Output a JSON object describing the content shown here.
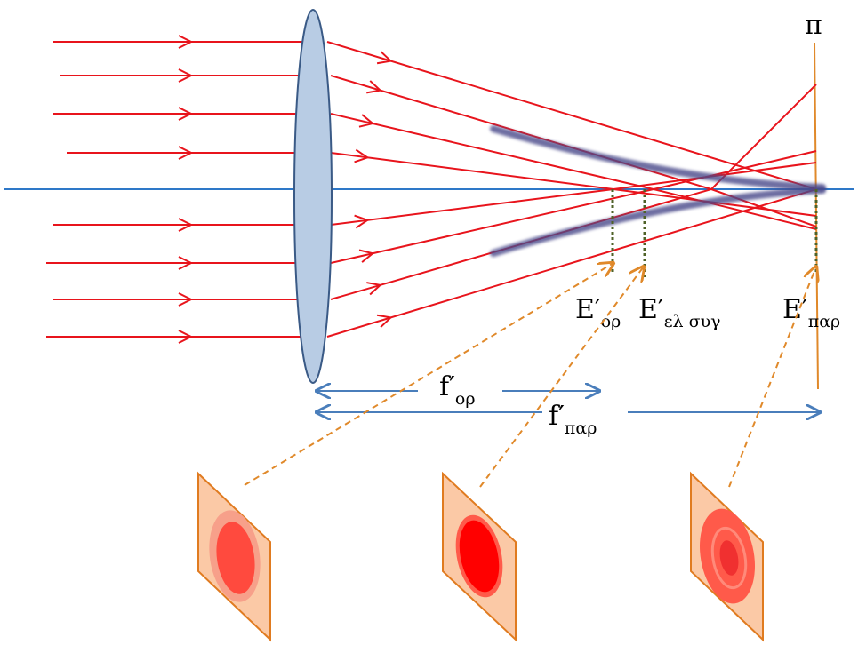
{
  "labels": {
    "plane": "π",
    "e_paraxial_focus": {
      "main": "E′",
      "sub": "ορ"
    },
    "e_least_confusion": {
      "main": "E′",
      "sub": "ελ συγ"
    },
    "e_marginal_focus": {
      "main": "E′",
      "sub": "παρ"
    },
    "f_paraxial": {
      "main": "f′",
      "sub": "ορ"
    },
    "f_marginal": {
      "main": "f′",
      "sub": "παρ"
    }
  },
  "colors": {
    "ray": "#e8141c",
    "axis": "#2e78c8",
    "lens_fill": "#b8cce4",
    "lens_stroke": "#3a5a86",
    "caustic": "#4a4a8a",
    "plane": "#e0892a",
    "guide": "#e0892a",
    "focus_marker": "#4f6228",
    "distance_arrow": "#4a7ebb",
    "screen_fill": "#fbc9a6",
    "screen_stroke": "#e07b20"
  },
  "screens": [
    {
      "name": "screen-at-paraxial-focus",
      "outer": "#f7a08a",
      "inner": "#ff4a3e"
    },
    {
      "name": "screen-at-least-confusion",
      "outer": "#ff5a4a",
      "inner": "#ff0000"
    },
    {
      "name": "screen-at-marginal-focus",
      "outer": "#ff5a4a",
      "inner": "#f03030"
    }
  ]
}
